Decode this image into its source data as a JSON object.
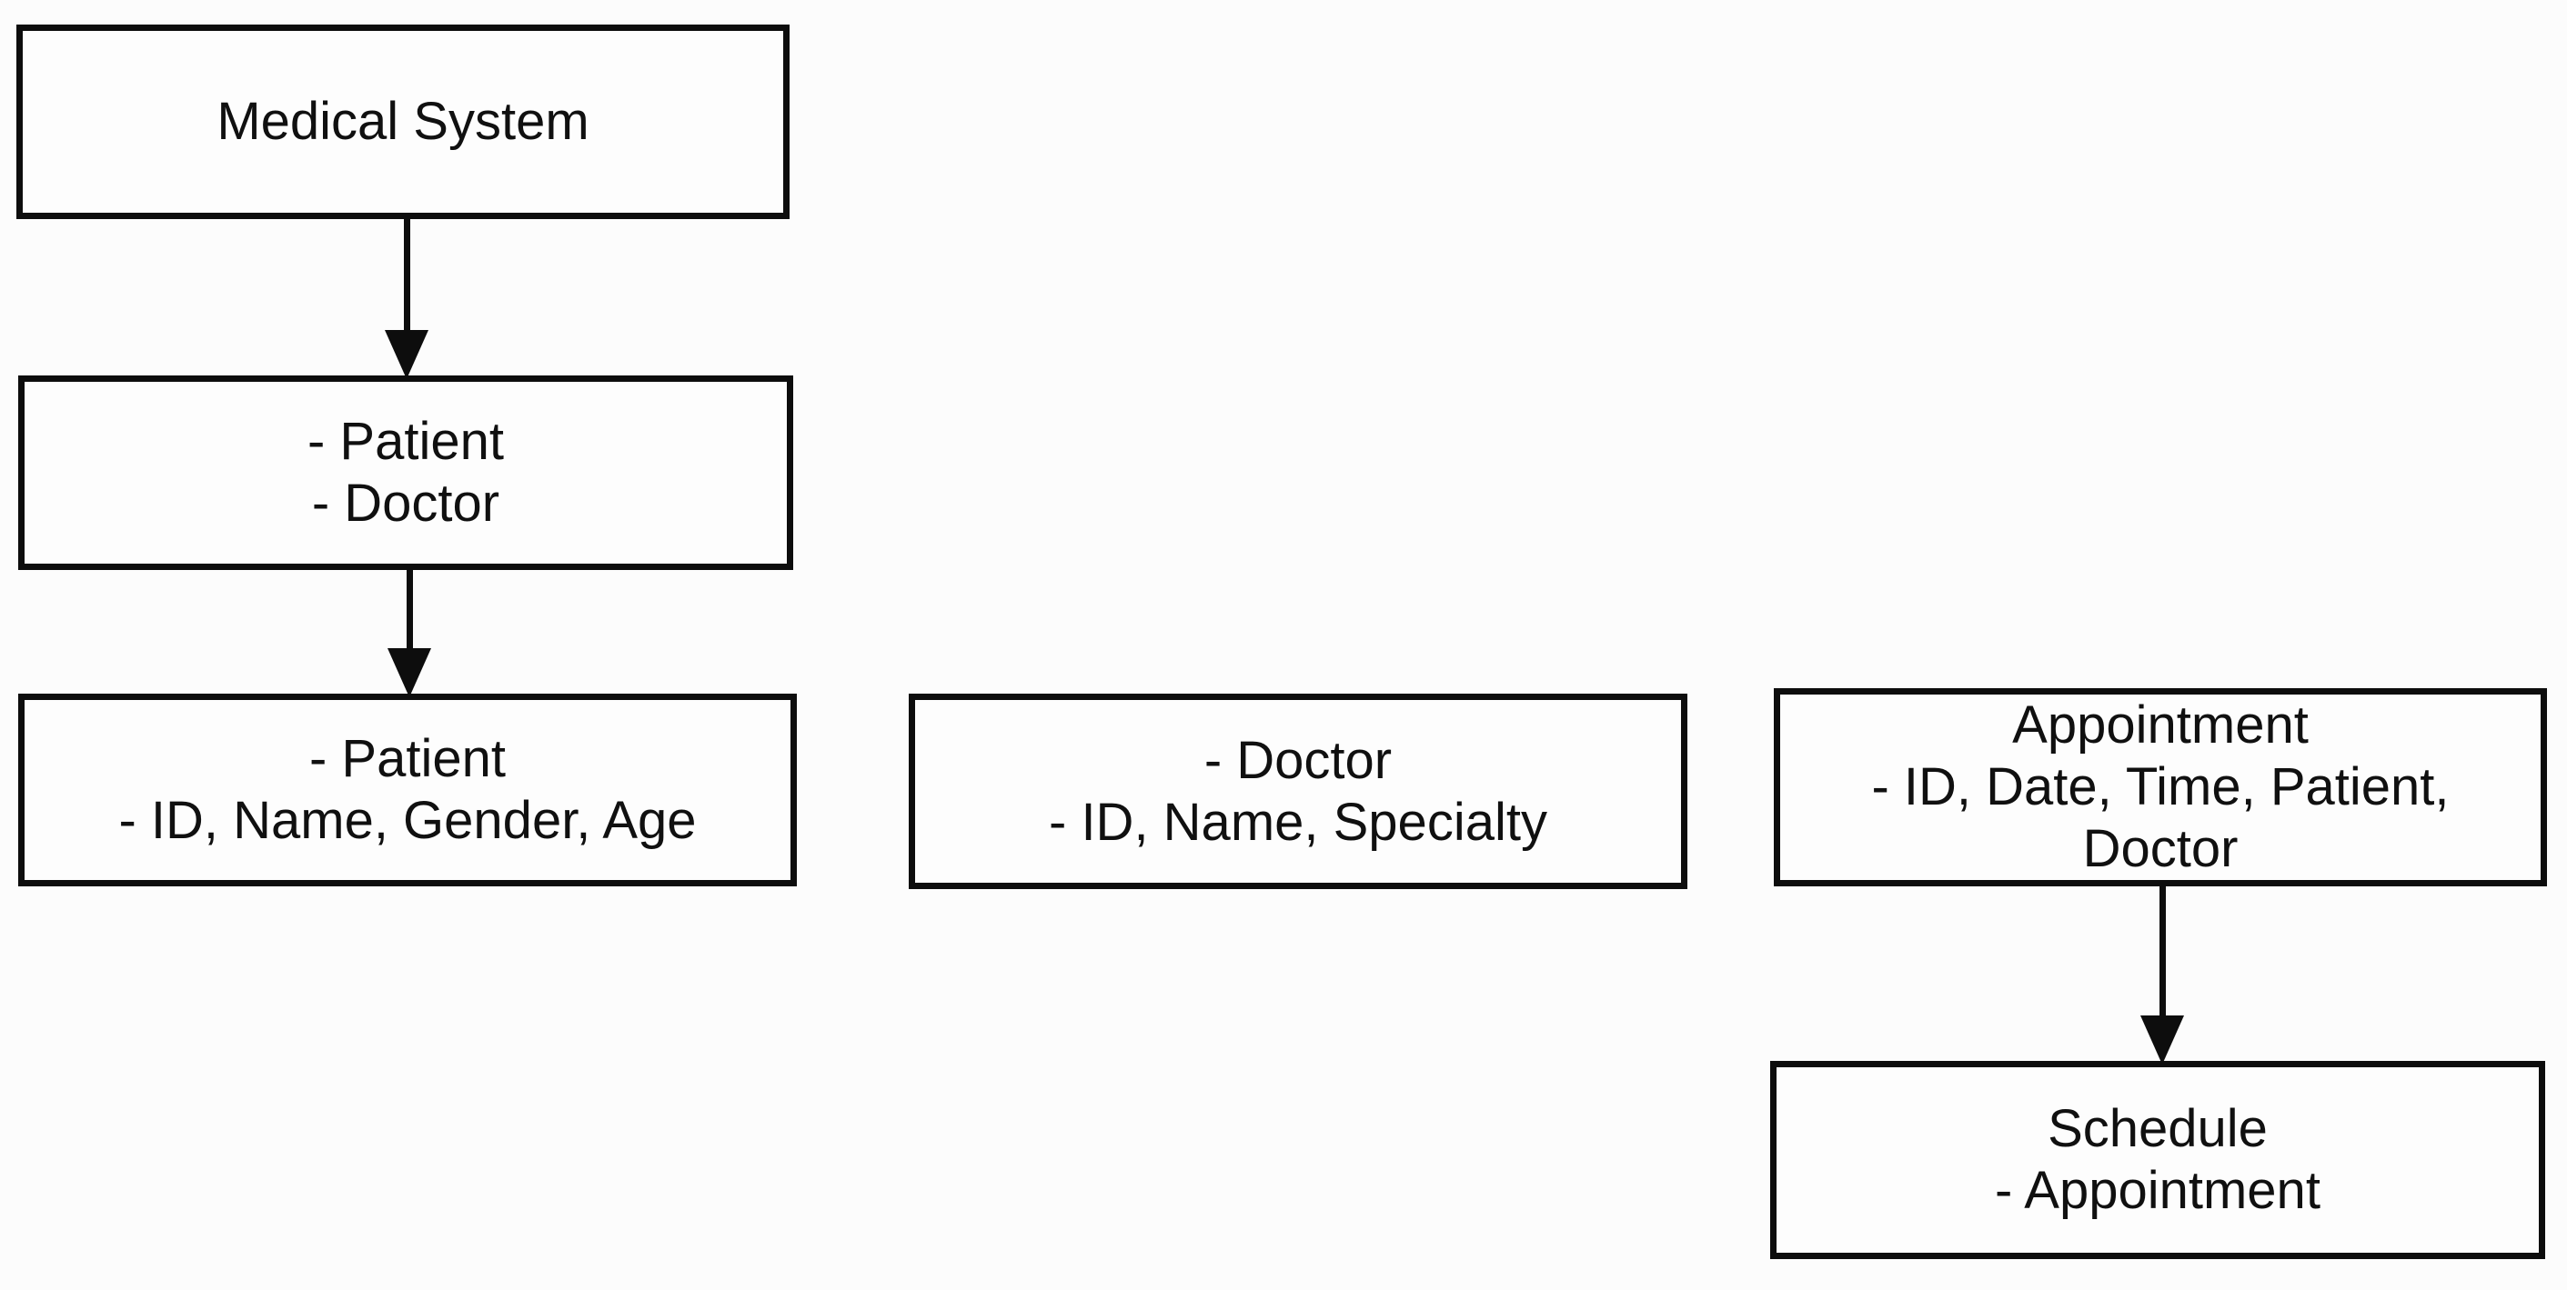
{
  "diagram": {
    "colors": {
      "ink": "#0d0d0d",
      "page-bg": "#fcfcfc",
      "box-fill": "#fdfdfd",
      "text": "#101010"
    },
    "nodes": {
      "medical_system": {
        "lines": [
          "Medical System"
        ]
      },
      "system_entities": {
        "lines": [
          "- Patient",
          "- Doctor"
        ]
      },
      "patient_attributes": {
        "lines": [
          "- Patient",
          "- ID, Name, Gender, Age"
        ]
      },
      "doctor_attributes": {
        "lines": [
          "- Doctor",
          "- ID, Name, Specialty"
        ]
      },
      "appointment": {
        "lines": [
          "Appointment",
          "- ID, Date, Time, Patient,",
          "Doctor"
        ]
      },
      "schedule": {
        "lines": [
          "Schedule",
          "- Appointment"
        ]
      }
    }
  }
}
